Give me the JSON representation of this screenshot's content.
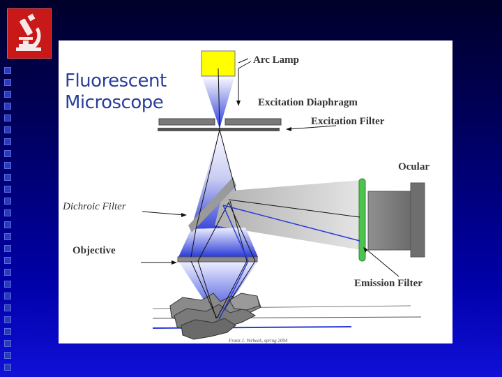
{
  "slide": {
    "logo_icon": "microscope-icon",
    "logo_color": "#c81818",
    "bullet_count": 26
  },
  "diagram": {
    "title_line1": "Fluorescent",
    "title_line2": "Microscope",
    "labels": {
      "arc_lamp": "Arc Lamp",
      "excitation_diaphragm": "Excitation Diaphragm",
      "excitation_filter": "Excitation Filter",
      "ocular": "Ocular",
      "dichroic_filter": "Dichroic Filter",
      "objective": "Objective",
      "emission_filter": "Emission Filter"
    },
    "credit": "Franz J. Verbeek, spring 2004",
    "colors": {
      "lamp": "#ffff00",
      "title": "#2a3f9a",
      "light_beam": "#3a48d8",
      "emission_filter": "#4ec24e",
      "ocular": "#808080"
    }
  }
}
